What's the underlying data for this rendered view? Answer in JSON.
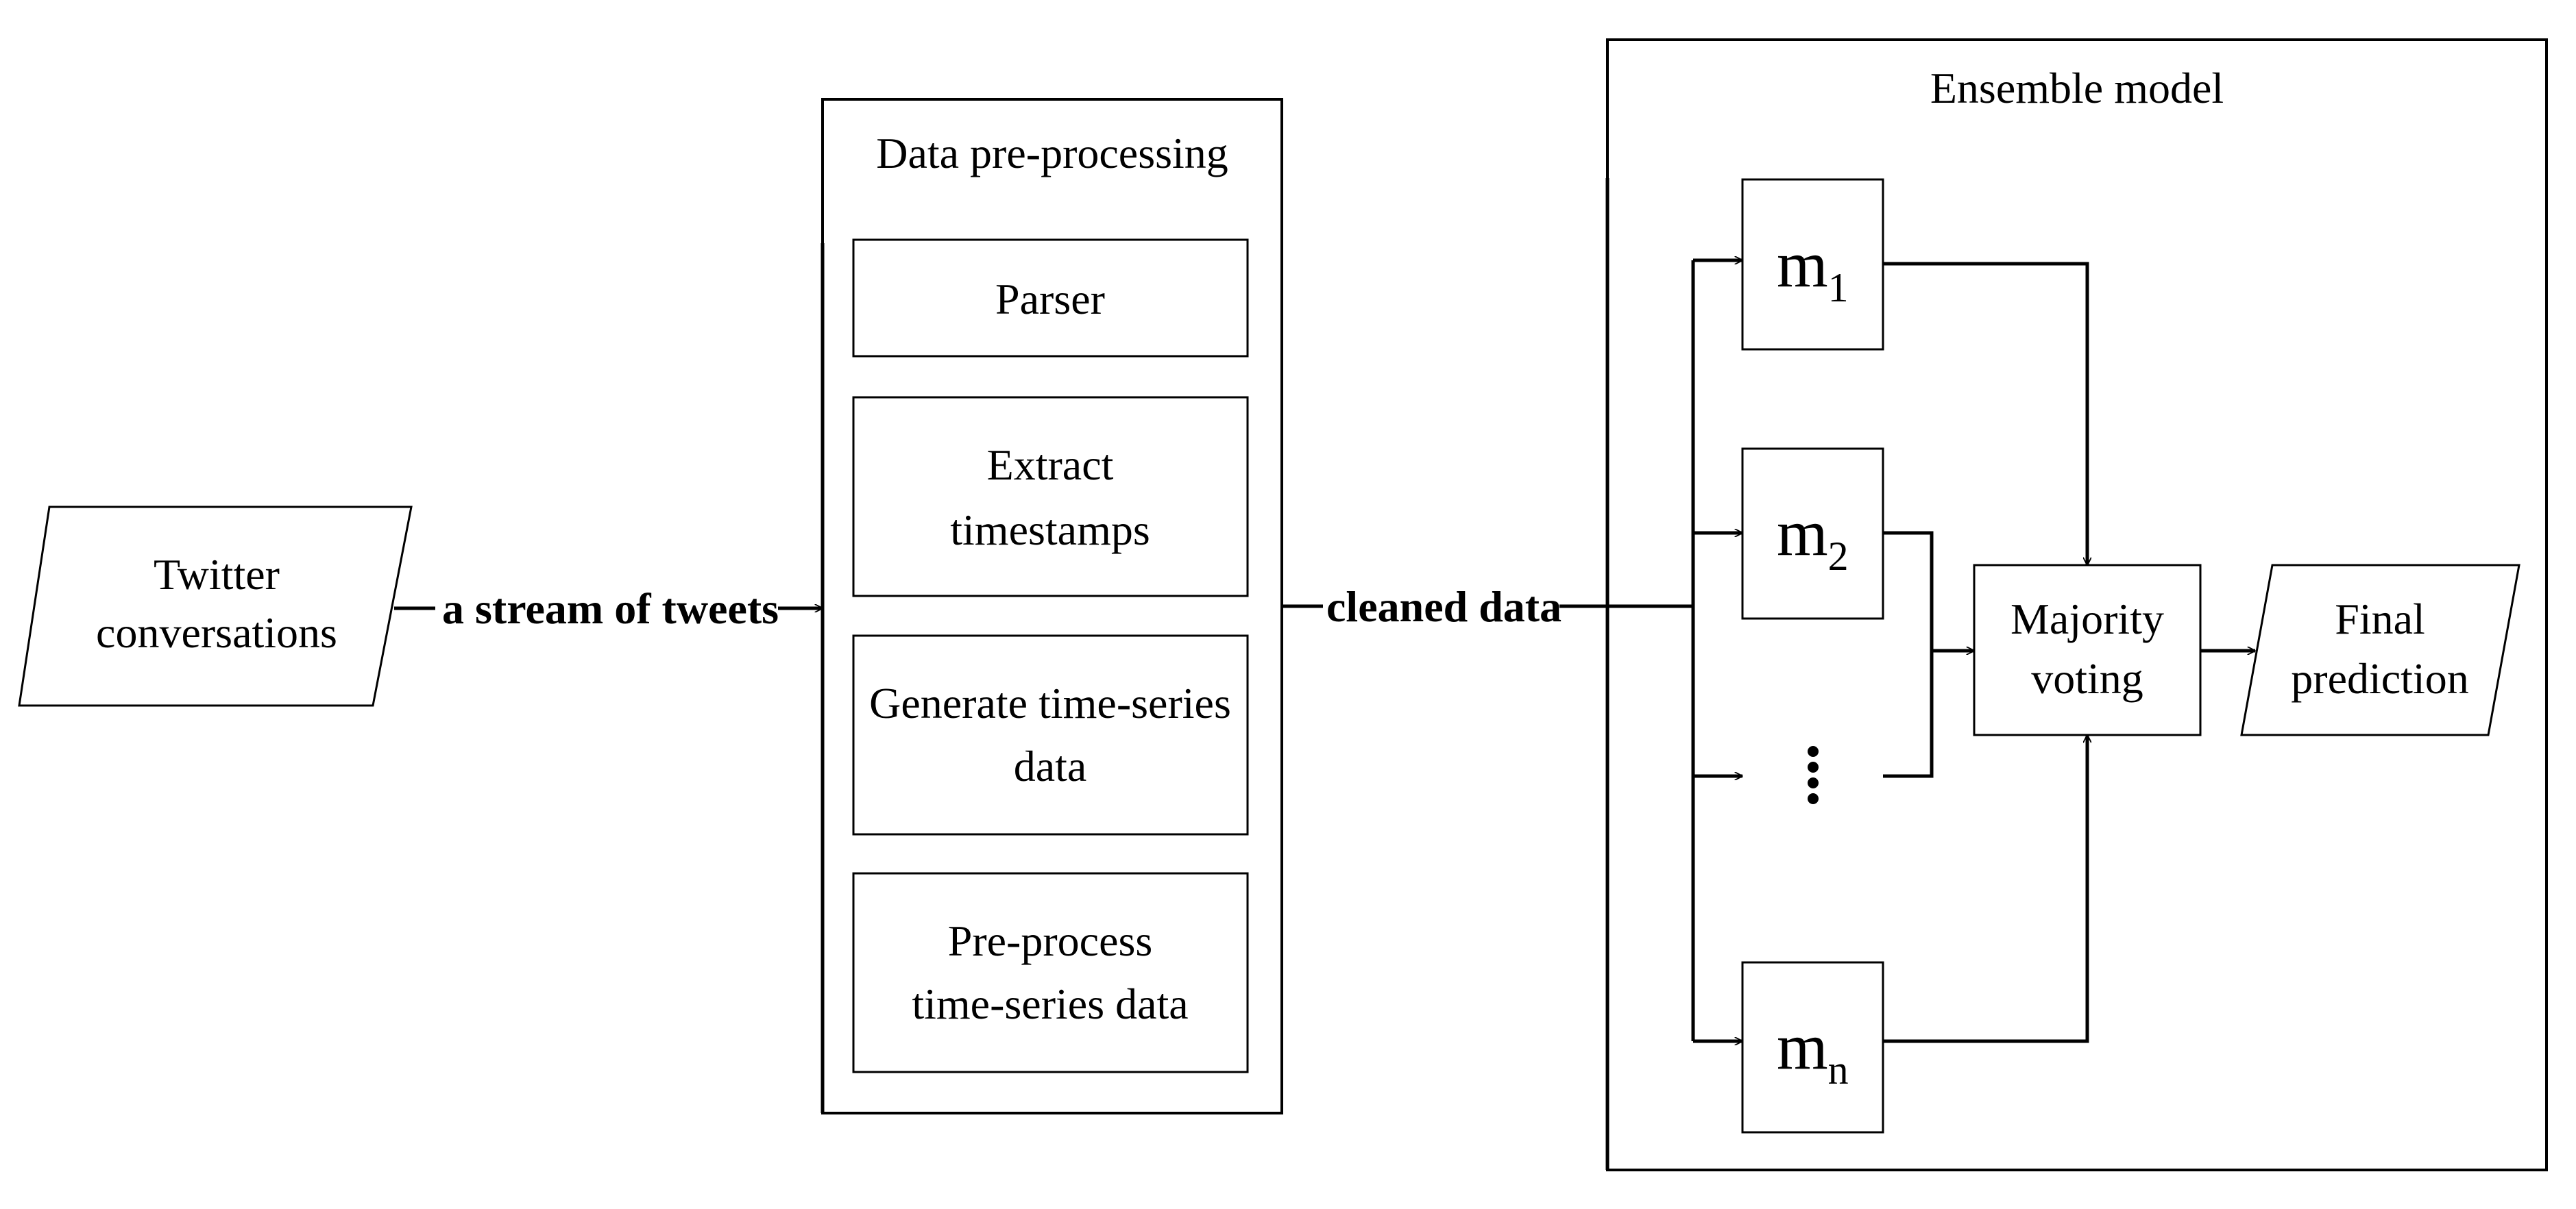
{
  "input": {
    "line1": "Twitter",
    "line2": "conversations"
  },
  "edges": {
    "stream": "a stream of tweets",
    "cleaned": "cleaned data"
  },
  "preprocessing": {
    "title": "Data pre-processing",
    "steps": [
      {
        "line1": "Parser",
        "line2": ""
      },
      {
        "line1": "Extract",
        "line2": "timestamps"
      },
      {
        "line1": "Generate time-series",
        "line2": "data"
      },
      {
        "line1": "Pre-process",
        "line2": "time-series data"
      }
    ]
  },
  "ensemble": {
    "title": "Ensemble model",
    "models": [
      {
        "base": "m",
        "sub": "1"
      },
      {
        "base": "m",
        "sub": "2"
      },
      {
        "base": "m",
        "sub": "n"
      }
    ],
    "voting": {
      "line1": "Majority",
      "line2": "voting"
    }
  },
  "output": {
    "line1": "Final",
    "line2": "prediction"
  }
}
